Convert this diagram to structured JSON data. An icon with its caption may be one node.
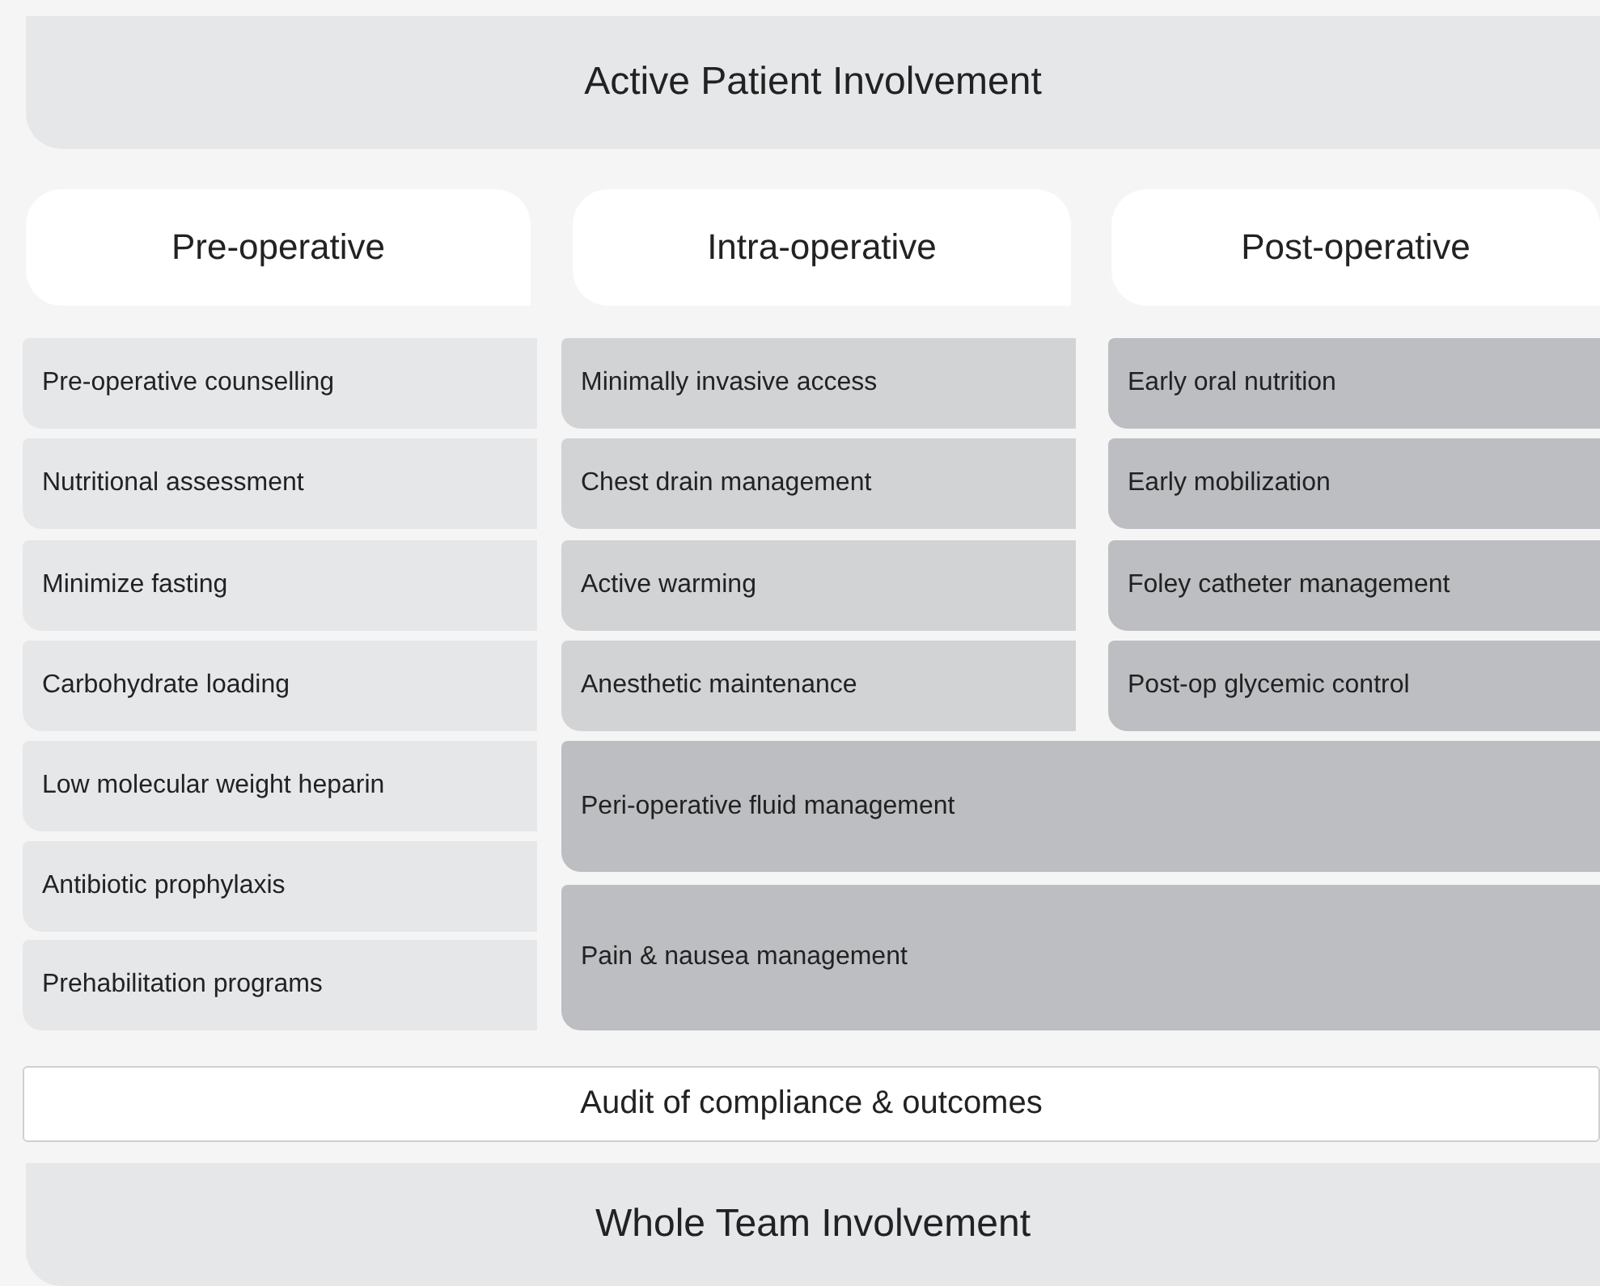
{
  "diagram": {
    "nodes": [
      {
        "text": [
          "Active Patient Involvement"
        ]
      },
      {
        "text": [
          "Pre-operative"
        ]
      },
      {
        "text": [
          "Intra-operative"
        ]
      },
      {
        "text": [
          "Post-operative"
        ]
      },
      {
        "text": [
          "Pre-operative counselling"
        ]
      },
      {
        "text": [
          "Minimally invasive access"
        ]
      },
      {
        "text": [
          "Early oral nutrition"
        ]
      },
      {
        "text": [
          "Nutritional assessment"
        ]
      },
      {
        "text": [
          "Chest drain management"
        ]
      },
      {
        "text": [
          "Early mobilization"
        ]
      },
      {
        "text": [
          "Minimize fasting"
        ]
      },
      {
        "text": [
          "Active warming"
        ]
      },
      {
        "text": [
          "Foley catheter management"
        ]
      },
      {
        "text": [
          "Carbohydrate loading"
        ]
      },
      {
        "text": [
          "Anesthetic maintenance"
        ]
      },
      {
        "text": [
          "Post-op glycemic control"
        ]
      },
      {
        "text": [
          "Low molecular weight heparin"
        ]
      },
      {
        "text": [
          "Peri-operative fluid management"
        ]
      },
      {
        "text": [
          "Antibiotic prophylaxis"
        ]
      },
      {
        "text": [
          "Pain & nausea management"
        ]
      },
      {
        "text": [
          "Prehabilitation programs"
        ]
      },
      {
        "text": [
          "Audit of compliance & outcomes"
        ]
      },
      {
        "text": [
          "Whole Team Involvement"
        ]
      }
    ]
  }
}
